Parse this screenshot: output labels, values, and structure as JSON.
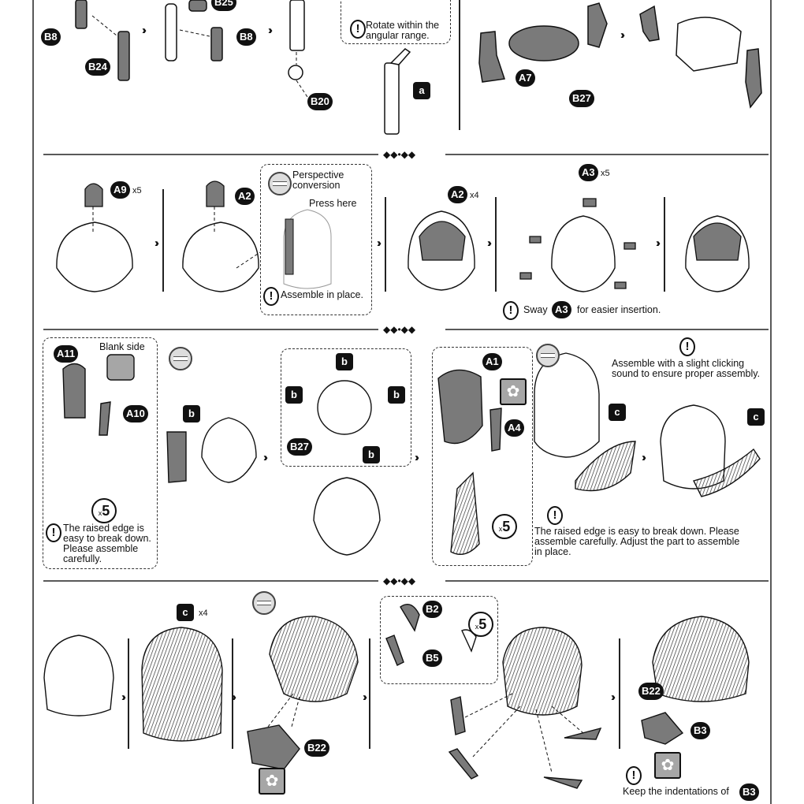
{
  "sections": {
    "divider_glyph": "◆◆•◆◆"
  },
  "notes": {
    "rotate_angle": "Rotate within the angular range.",
    "perspective_conversion": "Perspective conversion",
    "press_here": "Press here",
    "assemble_in_place": "Assemble in place.",
    "sway_prefix": "Sway",
    "sway_suffix": "for easier insertion.",
    "blank_side": "Blank side",
    "raised_edge_left": "The raised edge is easy to break down. Please assemble carefully.",
    "clicking": "Assemble with a slight clicking sound to ensure proper assembly.",
    "raised_edge_mid": "The raised edge is easy to break down. Please assemble carefully. Adjust the part to assemble in place.",
    "keep_indentations": "Keep the indentations of"
  },
  "labels": {
    "B8": "B8",
    "B24": "B24",
    "B25": "B25",
    "B20": "B20",
    "a": "a",
    "A7": "A7",
    "B27": "B27",
    "A9": "A9",
    "A2": "A2",
    "A3": "A3",
    "A11": "A11",
    "A10": "A10",
    "b": "b",
    "A1": "A1",
    "A4": "A4",
    "c": "c",
    "B2": "B2",
    "B5": "B5",
    "B22": "B22",
    "B3": "B3"
  },
  "quantities": {
    "x5": "x5",
    "x4": "x4",
    "x_prefix": "x",
    "five": "5"
  },
  "icons": {
    "step_arrow": "double-chevron-right-icon",
    "caution": "exclamation-icon",
    "perspective": "perspective-rotate-icon",
    "flower_side": "flower-side-icon"
  },
  "colors": {
    "ink": "#111111",
    "part_gray": "#7a7a7a",
    "light_gray": "#d6d6d6"
  }
}
